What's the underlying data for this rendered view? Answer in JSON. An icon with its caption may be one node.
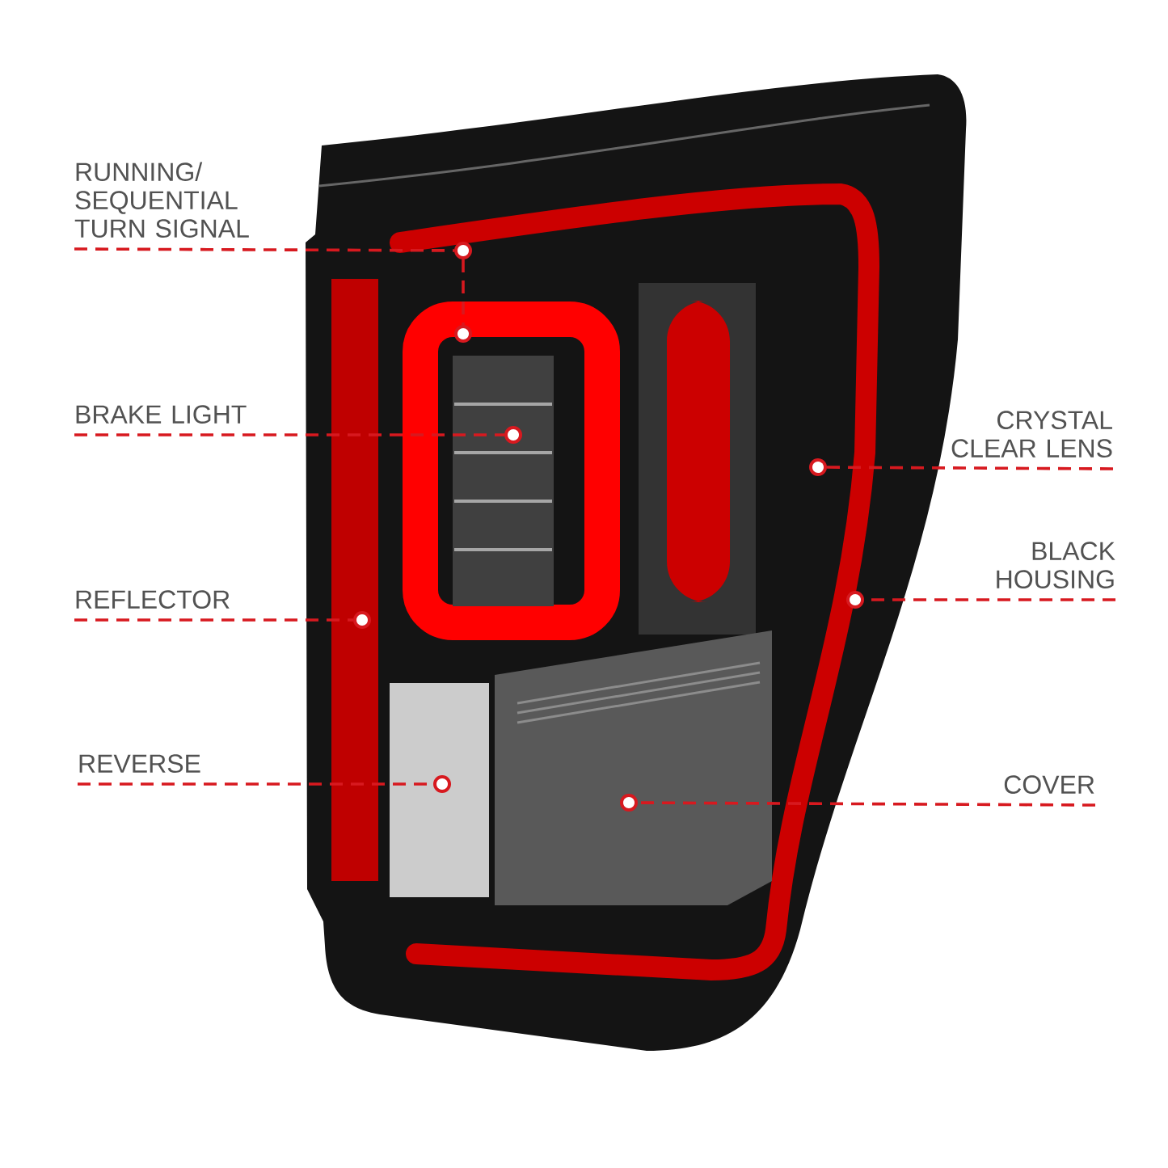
{
  "diagram": {
    "nodes": [
      {
        "text": [
          "RUNNING/ SEQUENTIAL TURN SIGNAL"
        ]
      },
      {
        "text": [],
        "shape": "circle"
      },
      {
        "text": [],
        "shape": "circle"
      },
      {
        "text": [
          "BRAKE LIGHT"
        ]
      },
      {
        "text": [],
        "shape": "circle"
      },
      {
        "text": [
          "CRYSTAL CLEAR LENS"
        ]
      },
      {
        "text": [],
        "shape": "circle"
      },
      {
        "text": [
          "BLACK HOUSING"
        ]
      },
      {
        "text": [],
        "shape": "circle"
      },
      {
        "text": [
          "REFLECTOR"
        ]
      },
      {
        "text": [],
        "shape": "circle"
      },
      {
        "text": [
          "REVERSE"
        ]
      },
      {
        "text": [],
        "shape": "circle"
      },
      {
        "text": [
          "COVER"
        ]
      },
      {
        "text": [],
        "shape": "circle"
      }
    ],
    "edges": [
      {
        "from": 0,
        "to": 1,
        "arrow": "none",
        "style": "dashed",
        "color": "#d7191f"
      },
      {
        "from": 1,
        "to": 2,
        "arrow": "none",
        "style": "dashed",
        "color": "#d7191f"
      },
      {
        "from": 3,
        "to": 4,
        "arrow": "none",
        "style": "dashed",
        "color": "#d7191f"
      },
      {
        "from": 5,
        "to": 6,
        "arrow": "none",
        "style": "dashed",
        "color": "#d7191f"
      },
      {
        "from": 7,
        "to": 8,
        "arrow": "none",
        "style": "dashed",
        "color": "#d7191f"
      },
      {
        "from": 9,
        "to": 10,
        "arrow": "none",
        "style": "dashed",
        "color": "#d7191f"
      },
      {
        "from": 11,
        "to": 12,
        "arrow": "none",
        "style": "dashed",
        "color": "#d7191f"
      },
      {
        "from": 13,
        "to": 14,
        "arrow": "none",
        "style": "dashed",
        "color": "#d7191f"
      }
    ]
  }
}
